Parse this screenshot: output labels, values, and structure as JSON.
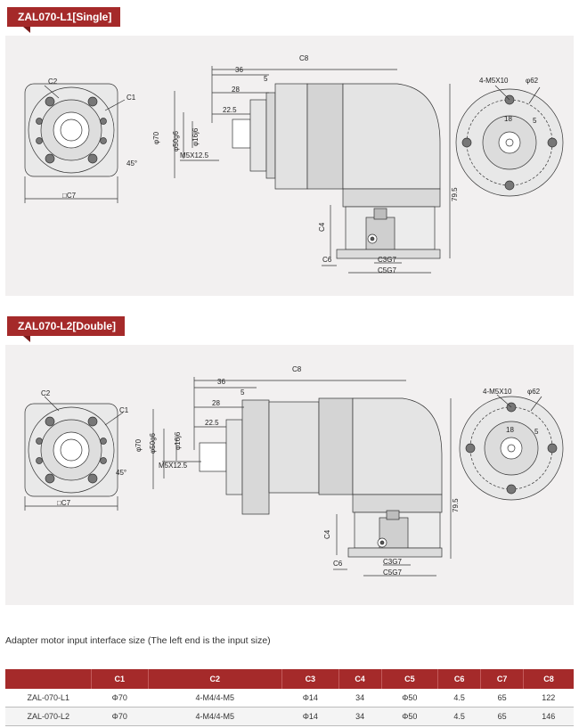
{
  "sections": [
    {
      "title": "ZAL070-L1[Single]",
      "dims": {
        "c2": "C2",
        "c1": "C1",
        "c7": "□C7",
        "angle": "45°",
        "c8": "C8",
        "d36": "36",
        "d5": "5",
        "d28": "28",
        "d225": "22.5",
        "phi70": "φ70",
        "phi50": "φ50g6",
        "phi16": "φ16j6",
        "m5": "M5X12.5",
        "d795": "79.5",
        "c4": "C4",
        "c6": "C6",
        "c3": "C3G7",
        "c5": "C5G7",
        "m5x10": "4-M5X10",
        "phi62": "φ62",
        "d18": "18",
        "r5": "5"
      }
    },
    {
      "title": "ZAL070-L2[Double]",
      "dims": {
        "c2": "C2",
        "c1": "C1",
        "c7": "□C7",
        "angle": "45°",
        "c8": "C8",
        "d36": "36",
        "d5": "5",
        "d28": "28",
        "d225": "22.5",
        "phi70": "φ70",
        "phi50": "φ50g6",
        "phi16": "φ16j6",
        "m5": "M5X12.5",
        "d795": "79.5",
        "c4": "C4",
        "c6": "C6",
        "c3": "C3G7",
        "c5": "C5G7",
        "m5x10": "4-M5X10",
        "phi62": "φ62",
        "d18": "18",
        "r5": "5"
      }
    }
  ],
  "description": "Adapter motor input interface size (The left end is the input size)",
  "table": {
    "headers": [
      "",
      "C1",
      "C2",
      "C3",
      "C4",
      "C5",
      "C6",
      "C7",
      "C8"
    ],
    "rows": [
      [
        "ZAL-070-L1",
        "Φ70",
        "4-M4/4-M5",
        "Φ14",
        "34",
        "Φ50",
        "4.5",
        "65",
        "122"
      ],
      [
        "ZAL-070-L2",
        "Φ70",
        "4-M4/4-M5",
        "Φ14",
        "34",
        "Φ50",
        "4.5",
        "65",
        "146"
      ]
    ]
  }
}
